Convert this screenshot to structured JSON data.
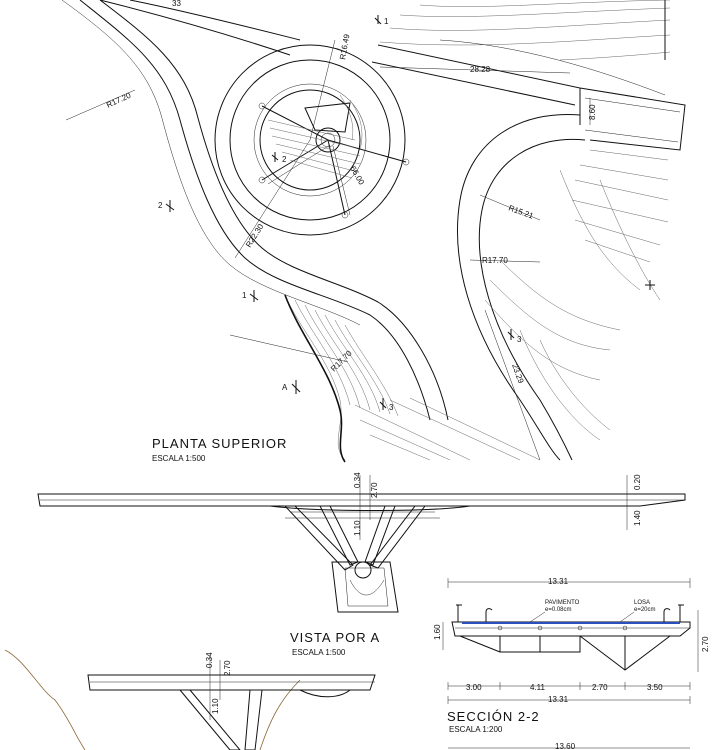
{
  "plan": {
    "title": "PLANTA SUPERIOR",
    "scale": "ESCALA 1:500",
    "dims": {
      "d1": "33",
      "d2": "28.28",
      "d3": "8.60",
      "r1": "R16.49",
      "r2": "R17.20",
      "r3": "R15.21",
      "r4": "R17.70",
      "r5": "R22.30",
      "r6": "R17.70",
      "r7": "66.00",
      "r8": "23.29"
    },
    "markers": {
      "m1": "1",
      "m2": "2",
      "m3": "2",
      "m4": "1",
      "m5": "A",
      "m6": "3",
      "m7": "3"
    }
  },
  "vista": {
    "title": "VISTA POR A",
    "scale": "ESCALA 1:500",
    "dims": {
      "a": "0.34",
      "b": "2.70",
      "c": "1.10",
      "d": "0.20",
      "e": "1.40"
    }
  },
  "vista2": {
    "dims": {
      "a": "0.34",
      "b": "2.70",
      "c": "1.10"
    }
  },
  "seccion": {
    "title": "SECCIÓN 2-2",
    "scale": "ESCALA 1:200",
    "dims": {
      "top": "13.31",
      "bottom": "13.31",
      "left": "1.60",
      "right": "2.70",
      "s1": "3.00",
      "s2": "4.11",
      "s3": "2.70",
      "s4": "3.50",
      "next": "13.60"
    },
    "notes": {
      "pav": "PAVIMENTO",
      "pav_e": "e=0.08cm",
      "losa": "LOSA",
      "losa_e": "e=20cm"
    }
  }
}
